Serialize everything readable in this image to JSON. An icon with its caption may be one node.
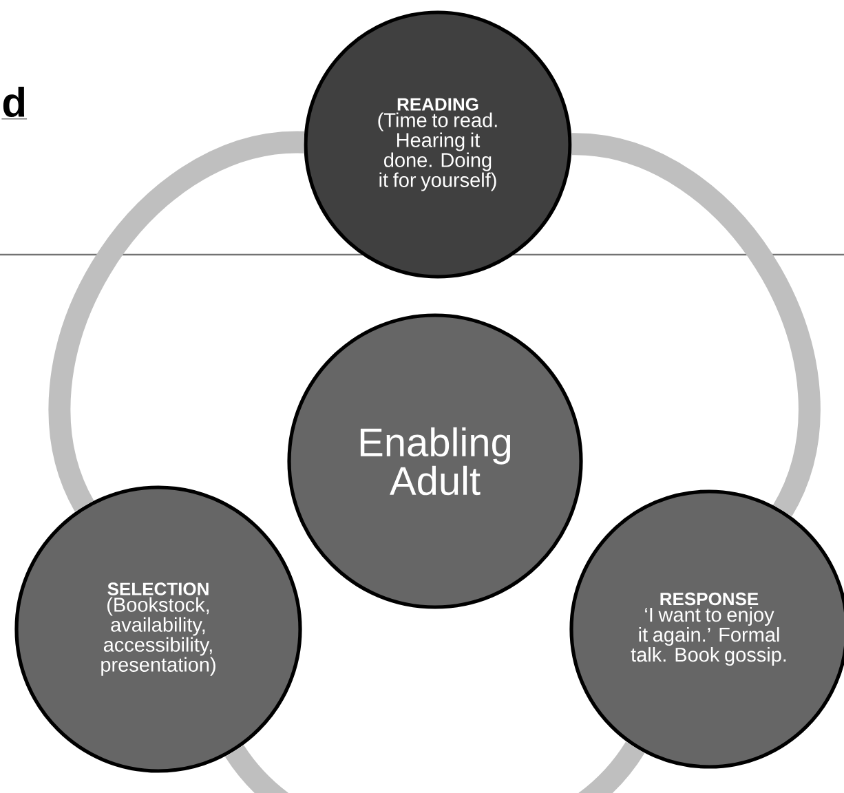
{
  "diagram": {
    "nodes": [
      {
        "text": [
          "READING",
          "(Time to read. Hearing it done. Doing it for yourself)"
        ]
      },
      {
        "text": [
          "Enabling Adult"
        ]
      },
      {
        "text": [
          "SELECTION",
          "(Bookstock, availability, accessibility, presentation)"
        ]
      },
      {
        "text": [
          "RESPONSE",
          "‘I want to enjoy it again.’ Formal talk. Book gossip."
        ]
      }
    ],
    "edges": [
      {
        "from": 0,
        "to": 3,
        "arrow": "none"
      },
      {
        "from": 3,
        "to": 2,
        "arrow": "none"
      },
      {
        "from": 2,
        "to": 0,
        "arrow": "none"
      }
    ],
    "labels": [
      "d"
    ]
  }
}
